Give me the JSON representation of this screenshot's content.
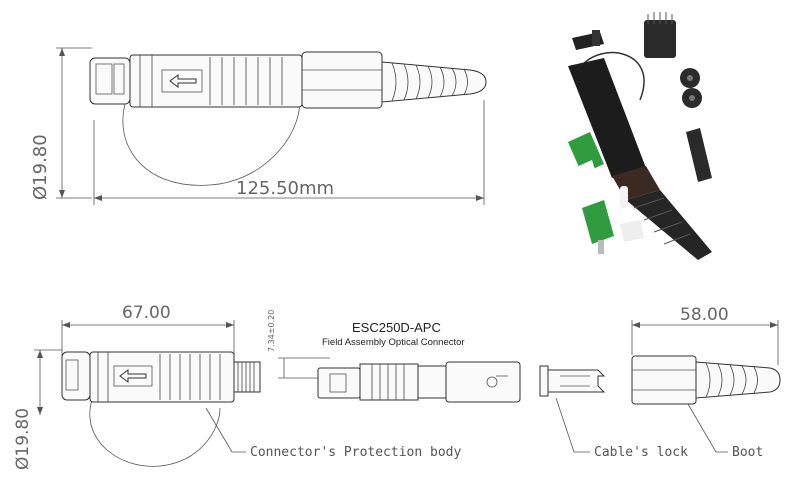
{
  "product": {
    "model": "ESC250D-APC",
    "description": "Field Assembly Optical Connector"
  },
  "dimensions": {
    "overall_length": "125.50mm",
    "diameter": "Ø19.80",
    "protection_body_length": "67.00",
    "boot_length": "58.00",
    "ferrule_offset": "7.34±0.20"
  },
  "callouts": {
    "protection_body": "Connector's Protection body",
    "cable_lock": "Cable's lock",
    "boot": "Boot"
  },
  "colors": {
    "connector_green": "#2e9c3f",
    "connector_body": "#1c1c1c",
    "line": "#555555"
  }
}
